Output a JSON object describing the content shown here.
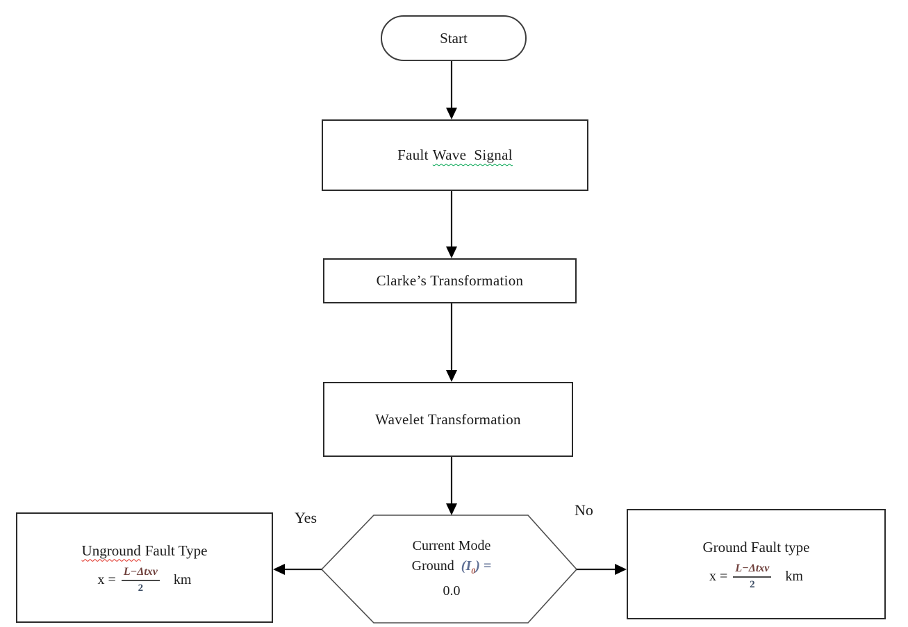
{
  "diagram": {
    "title_hint": "Fault location flowchart",
    "nodes": {
      "start": {
        "label": "Start"
      },
      "fault_wave": {
        "prefix": "Fault",
        "grammar_flagged": "Wave  Signal"
      },
      "clarke": {
        "label": "Clarke’s Transformation"
      },
      "wavelet": {
        "label": "Wavelet Transformation"
      },
      "decision": {
        "line1": "Current Mode",
        "line2_prefix": "Ground",
        "eq_open": "(",
        "eq_var": "I",
        "eq_sub": "0",
        "eq_close": ") =",
        "line3": "0.0"
      },
      "unground": {
        "spell_flagged": "Unground",
        "title_rest": "Fault Type",
        "eq_lhs": "x =",
        "eq_numerator": "L−Δtxv",
        "eq_denominator": "2",
        "eq_unit": "km"
      },
      "ground": {
        "title": "Ground Fault type",
        "eq_lhs": "x =",
        "eq_numerator": "L−Δtxv",
        "eq_denominator": "2",
        "eq_unit": "km"
      }
    },
    "edges": {
      "yes_label": "Yes",
      "no_label": "No"
    },
    "colors": {
      "eq_numerator": "#6e3f3b",
      "eq_denominator": "#3e4f66",
      "eq_blue": "#5d6e93",
      "eq_sub_red": "#a85548",
      "squiggle_green": "#00a550",
      "squiggle_red": "#e02b20",
      "line_black": "#1a1a1a",
      "hexagon_stroke": "#4f4f4f"
    }
  }
}
